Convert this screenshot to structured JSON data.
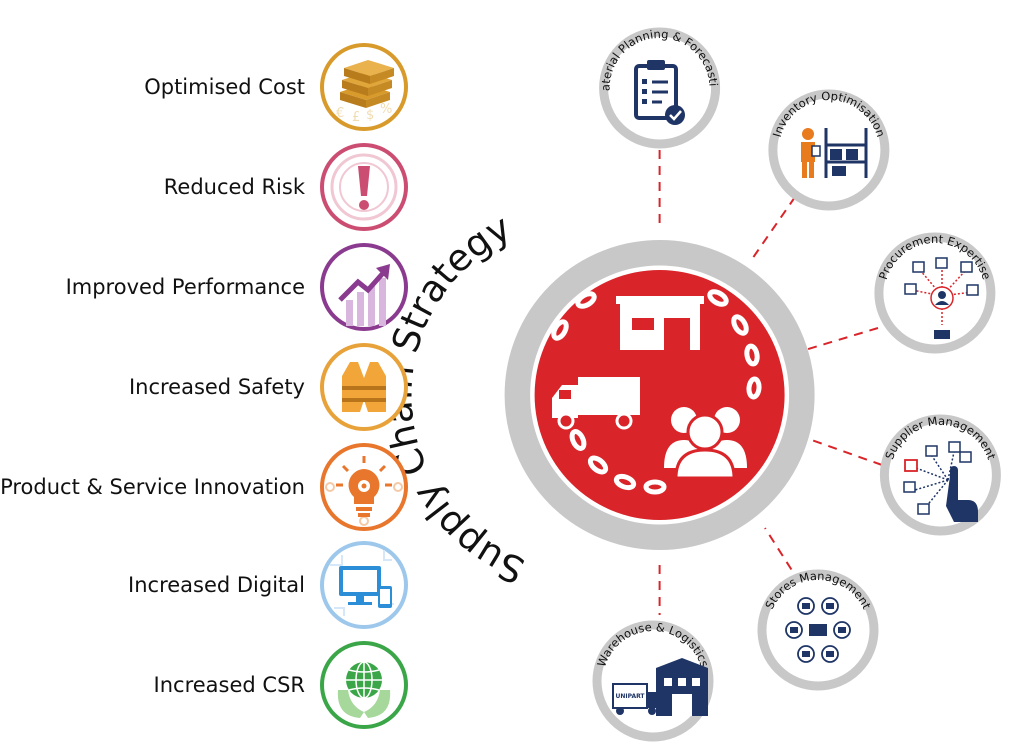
{
  "benefits": [
    {
      "label": "Optimised Cost",
      "icon": "money-stack-icon",
      "color": "#d89a2b"
    },
    {
      "label": "Reduced Risk",
      "icon": "exclamation-icon",
      "color": "#cc4d72"
    },
    {
      "label": "Improved Performance",
      "icon": "growth-chart-icon",
      "color": "#8a3b8f"
    },
    {
      "label": "Increased Safety",
      "icon": "safety-vest-icon",
      "color": "#e8a23a"
    },
    {
      "label": "Product & Service Innovation",
      "icon": "lightbulb-gear-icon",
      "color": "#e8762c"
    },
    {
      "label": "Increased Digital",
      "icon": "devices-icon",
      "color": "#2d8ed8"
    },
    {
      "label": "Increased CSR",
      "icon": "globe-hands-icon",
      "color": "#3aa648"
    }
  ],
  "hub": {
    "title": "Supply Chain Strategy",
    "accent": "#d9252a",
    "ring": "#c8c8c8"
  },
  "services": [
    {
      "label": "Material Planning & Forecasting",
      "icon": "clipboard-check-icon"
    },
    {
      "label": "Inventory Optimisation",
      "icon": "worker-shelves-icon"
    },
    {
      "label": "Procurement Expertise",
      "icon": "procurement-network-icon"
    },
    {
      "label": "Supplier Management",
      "icon": "supplier-select-icon"
    },
    {
      "label": "Stores Management",
      "icon": "stores-network-icon"
    },
    {
      "label": "Warehouse & Logistics",
      "icon": "warehouse-truck-icon"
    }
  ],
  "truck_text": "UNIPART",
  "navy": "#1f3566"
}
